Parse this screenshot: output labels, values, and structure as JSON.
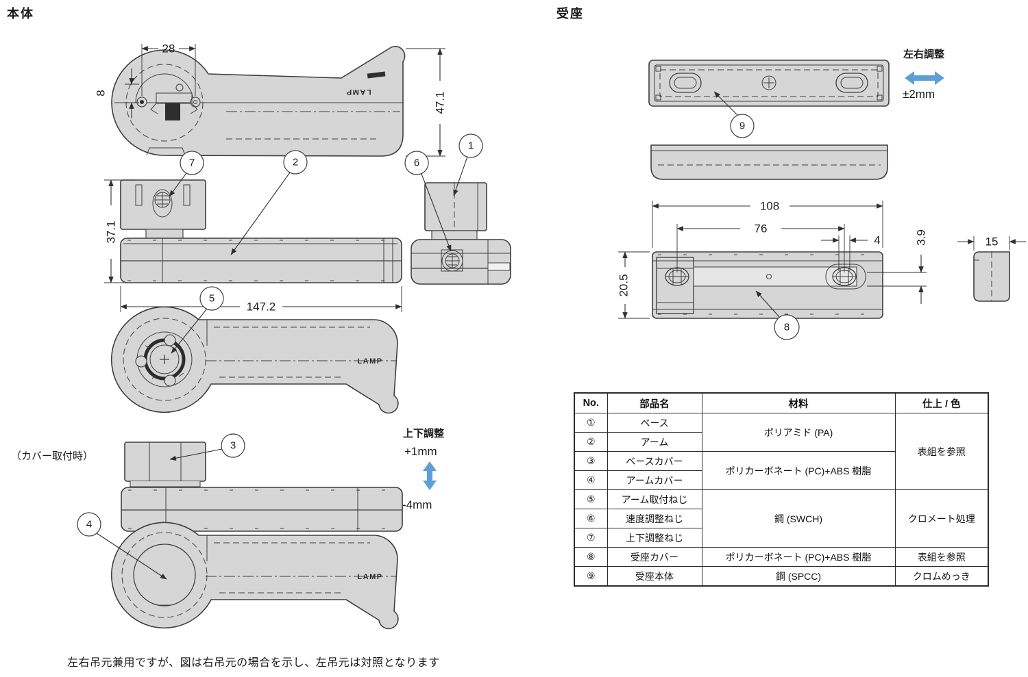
{
  "page": {
    "section_main_title": "本体",
    "section_catch_title": "受座",
    "cover_note": "（カバー取付時）",
    "footer_note": "左右吊元兼用ですが、図は右吊元の場合を示し、左吊元は対照となります",
    "brand_logo": "LAMP"
  },
  "adjustments": {
    "vertical_label": "上下調整",
    "vertical_plus": "+1mm",
    "vertical_minus": "-4mm",
    "horizontal_label": "左右調整",
    "horizontal_range": "±2mm"
  },
  "dimensions": {
    "main_top": {
      "hole_pitch": "28",
      "hole_offset": "8",
      "body_height": "47.1"
    },
    "main_side": {
      "height": "37.1",
      "length": "147.2"
    },
    "catch": {
      "overall_width": "108",
      "slot_pitch": "76",
      "slot_play": "4",
      "lip_depth": "3.9",
      "height": "20.5",
      "side_depth": "15"
    }
  },
  "callouts": {
    "n1": "1",
    "n2": "2",
    "n3": "3",
    "n4": "4",
    "n5": "5",
    "n6": "6",
    "n7": "7",
    "n8": "8",
    "n9": "9"
  },
  "parts_table": {
    "headers": {
      "no": "No.",
      "name": "部品名",
      "material": "材料",
      "finish": "仕上 / 色"
    },
    "rows": [
      {
        "no": "①",
        "name": "ベース"
      },
      {
        "no": "②",
        "name": "アーム"
      },
      {
        "no": "③",
        "name": "ベースカバー"
      },
      {
        "no": "④",
        "name": "アームカバー"
      },
      {
        "no": "⑤",
        "name": "アーム取付ねじ"
      },
      {
        "no": "⑥",
        "name": "速度調整ねじ"
      },
      {
        "no": "⑦",
        "name": "上下調整ねじ"
      },
      {
        "no": "⑧",
        "name": "受座カバー"
      },
      {
        "no": "⑨",
        "name": "受座本体"
      }
    ],
    "materials": {
      "pa": "ポリアミド (PA)",
      "pc_abs_arm": "ポリカーボネート (PC)+ABS 樹脂",
      "swch": "鋼 (SWCH)",
      "pc_abs_catch": "ポリカーボネート (PC)+ABS 樹脂",
      "spcc": "鋼 (SPCC)"
    },
    "finishes": {
      "see_table_main": "表組を参照",
      "chromate": "クロメート処理",
      "see_table_catch": "表組を参照",
      "chrome": "クロムめっき"
    }
  },
  "colors": {
    "accent_blue": "#5f9fd8",
    "part_fill": "#d6d6d6",
    "line": "#3e3e3e"
  }
}
